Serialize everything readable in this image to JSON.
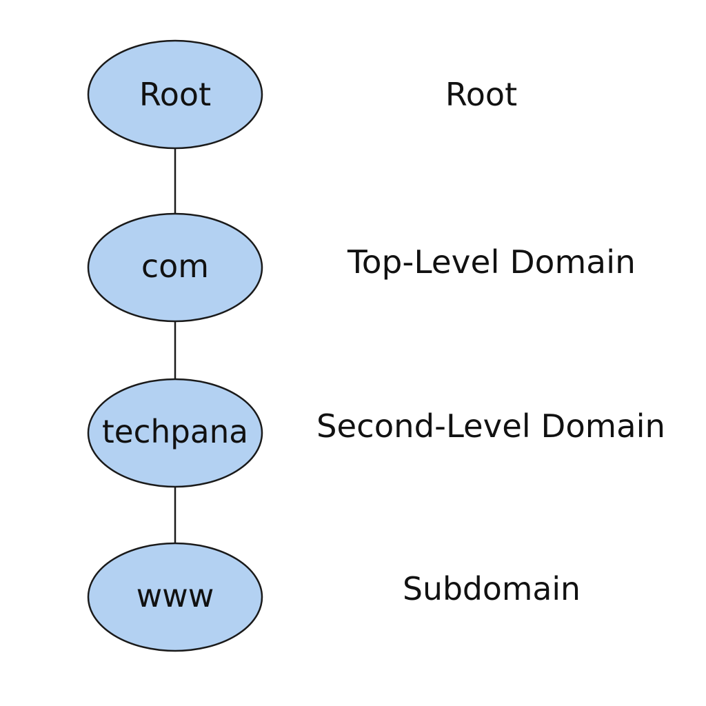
{
  "colors": {
    "node_fill": "#b3d1f2",
    "node_stroke": "#1a1a1a",
    "text": "#111111"
  },
  "nodes": [
    {
      "label": "Root",
      "level_label": "Root"
    },
    {
      "label": "com",
      "level_label": "Top-Level Domain"
    },
    {
      "label": "techpana",
      "level_label": "Second-Level Domain"
    },
    {
      "label": "www",
      "level_label": "Subdomain"
    }
  ]
}
